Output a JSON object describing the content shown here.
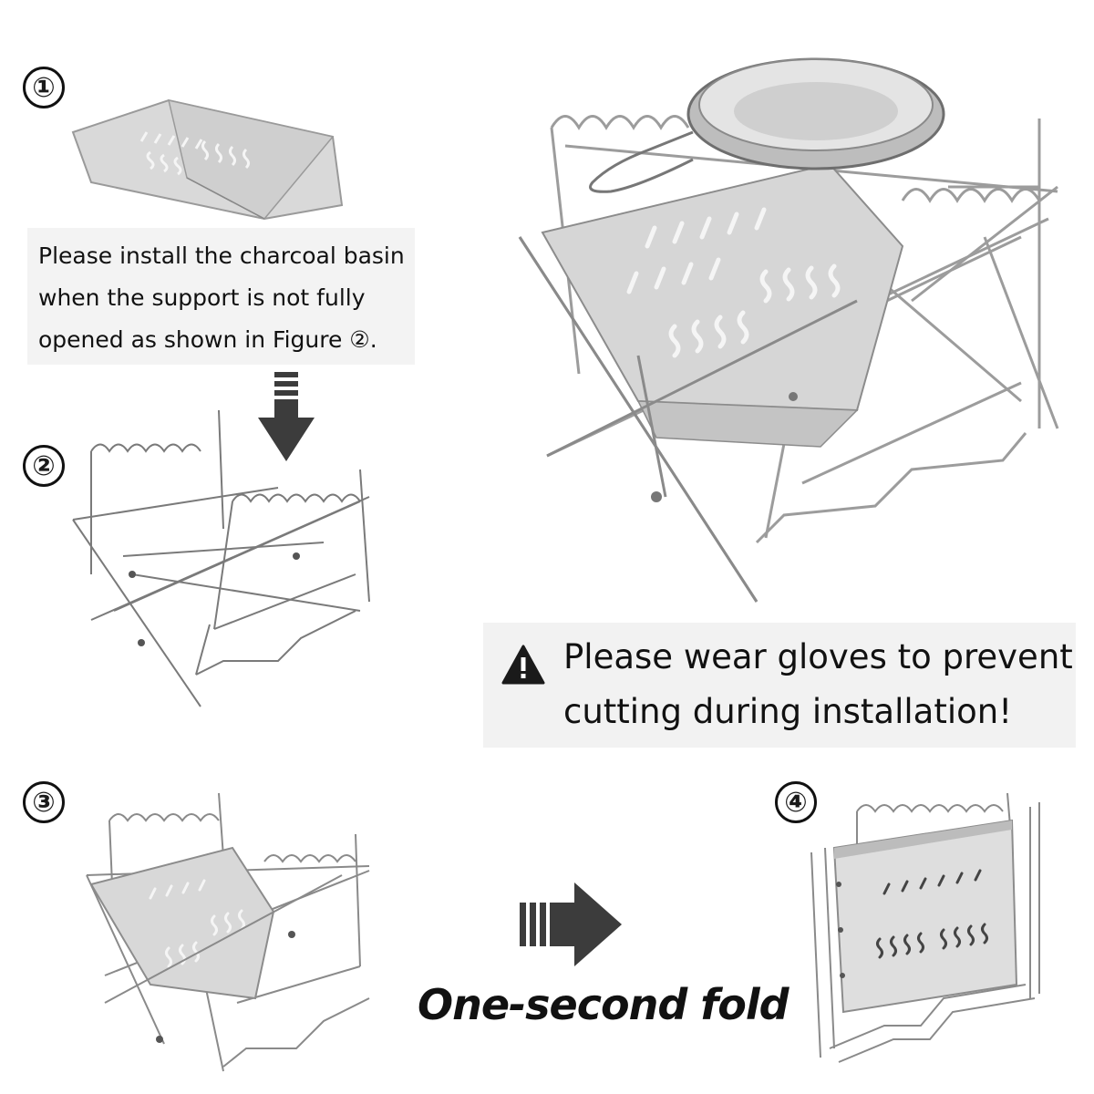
{
  "steps": {
    "step1": {
      "number": "①"
    },
    "step2": {
      "number": "②"
    },
    "step3": {
      "number": "③"
    },
    "step4": {
      "number": "④"
    }
  },
  "note": {
    "lines": [
      "Please install the charcoal basin",
      "when the support is not fully",
      "opened as shown in Figure ②."
    ]
  },
  "warning": {
    "icon": "warning-triangle-icon",
    "lines": [
      "Please wear gloves to prevent",
      "cutting during installation!"
    ]
  },
  "fold": {
    "label": "One-second fold",
    "arrow_icon": "arrow-right-icon"
  },
  "colors": {
    "metal": "#a9a9a9",
    "metal_dark": "#6e6e6e",
    "plate": "#d8d8d8",
    "arrow": "#3c3c3c"
  }
}
